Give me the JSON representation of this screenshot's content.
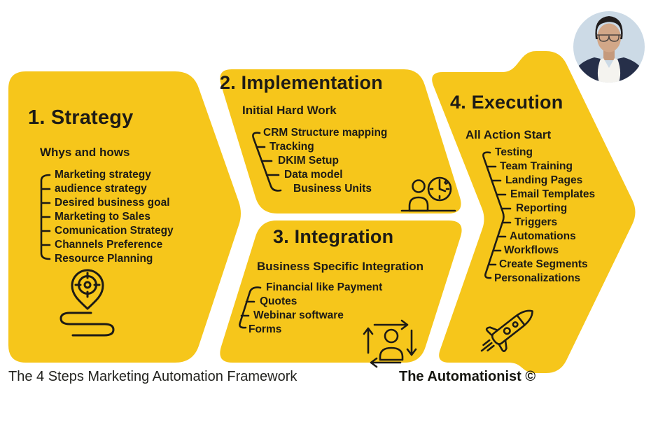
{
  "colors": {
    "yellow": "#F6C61B",
    "ink": "#1D1B16"
  },
  "sections": [
    {
      "title": "1. Strategy",
      "subtitle": "Whys and hows",
      "items": [
        "Marketing strategy",
        "audience strategy",
        "Desired business goal",
        "Marketing to Sales",
        "Comunication Strategy",
        "Channels Preference",
        "Resource Planning"
      ]
    },
    {
      "title": "2. Implementation",
      "subtitle": "Initial Hard Work",
      "items": [
        "CRM Structure mapping",
        "Tracking",
        "DKIM Setup",
        "Data model",
        "Business Units"
      ]
    },
    {
      "title": "3. Integration",
      "subtitle": "Business Specific Integration",
      "items": [
        "Financial like Payment",
        "Quotes",
        "Webinar software",
        "Forms"
      ]
    },
    {
      "title": "4. Execution",
      "subtitle": "All Action Start",
      "items": [
        "Testing",
        "Team Training",
        "Landing Pages",
        "Email Templates",
        "Reporting",
        "Triggers",
        "Automations",
        "Workflows",
        "Create Segments",
        "Personalizations"
      ]
    }
  ],
  "icons": {
    "strategy": "map-pin-route-icon",
    "implementation": "person-clock-icon",
    "integration": "person-sync-arrows-icon",
    "execution": "rocket-icon",
    "top_right": "profile-photo"
  },
  "footer": {
    "caption": "The 4 Steps Marketing Automation Framework",
    "brand": "The Automationist ©"
  }
}
